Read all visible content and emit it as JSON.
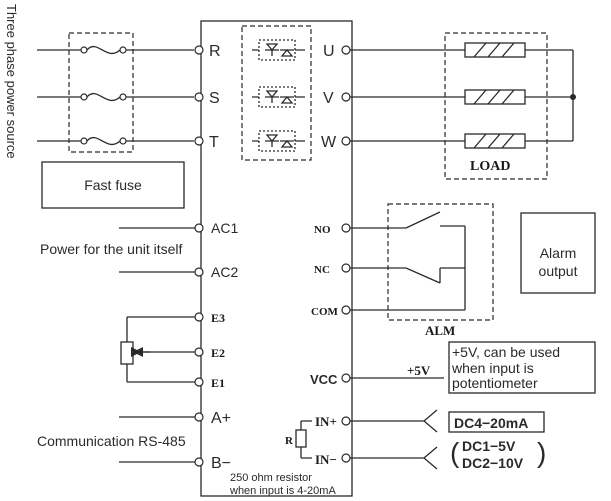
{
  "power_source_label": "Three phase power source",
  "fast_fuse_label": "Fast fuse",
  "input_terminals": [
    "R",
    "S",
    "T"
  ],
  "output_terminals": [
    "U",
    "V",
    "W"
  ],
  "load_label": "LOAD",
  "supply_terminals": [
    "AC1",
    "AC2"
  ],
  "power_for_unit_label": "Power for the unit itself",
  "pot_terminals": [
    "E3",
    "E2",
    "E1"
  ],
  "rs485_terminals": [
    "A+",
    "B−"
  ],
  "communication_label": "Communication RS-485",
  "alarm_terminals": [
    "NO",
    "NC",
    "COM"
  ],
  "alm_label": "ALM",
  "alarm_output_label": [
    "Alarm",
    "output"
  ],
  "vcc_label": "VCC",
  "plus5v_label": "+5V",
  "pot_note": [
    "+5V, can be used",
    "when input is",
    "potentiometer"
  ],
  "in_terminals": [
    "IN+",
    "IN−"
  ],
  "r_label": "R",
  "signal_current": "DC4−20mA",
  "signal_voltage": [
    "DC1−5V",
    "DC2−10V"
  ],
  "resistor_note": [
    "250 ohm resistor",
    "when input is 4-20mA"
  ]
}
